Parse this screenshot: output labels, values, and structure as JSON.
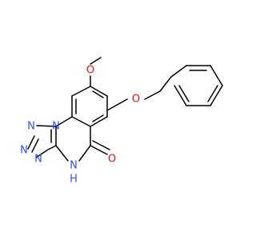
{
  "molecule": {
    "colors": {
      "bond": "#000000",
      "oxygen": "#ff0d0d",
      "nitrogen": "#3050f8"
    },
    "labels": {
      "methoxy_oxygen": "O",
      "benzyloxy_oxygen": "O",
      "carbonyl_oxygen": "O",
      "ring_nitrogen": "N",
      "tetrazole_n1": "N",
      "tetrazole_n2": "N",
      "tetrazole_n3": "N",
      "amide_nitrogen": "N",
      "amide_hydrogen": "H"
    }
  }
}
